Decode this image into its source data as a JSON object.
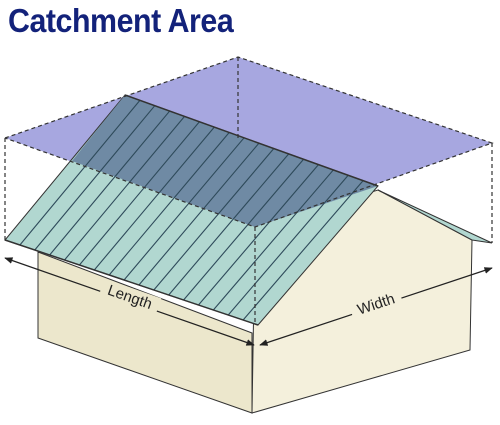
{
  "title": "Catchment Area",
  "labels": {
    "length": "Length",
    "width": "Width"
  },
  "colors": {
    "title": "#13227a",
    "catchment_plane": "#a7a7e0",
    "roof_front": "#b1d7d0",
    "roof_back_overlap": "#6f8aa4",
    "wall_front": "#ece7cc",
    "wall_side": "#f4f0dc",
    "outline": "#333333"
  }
}
